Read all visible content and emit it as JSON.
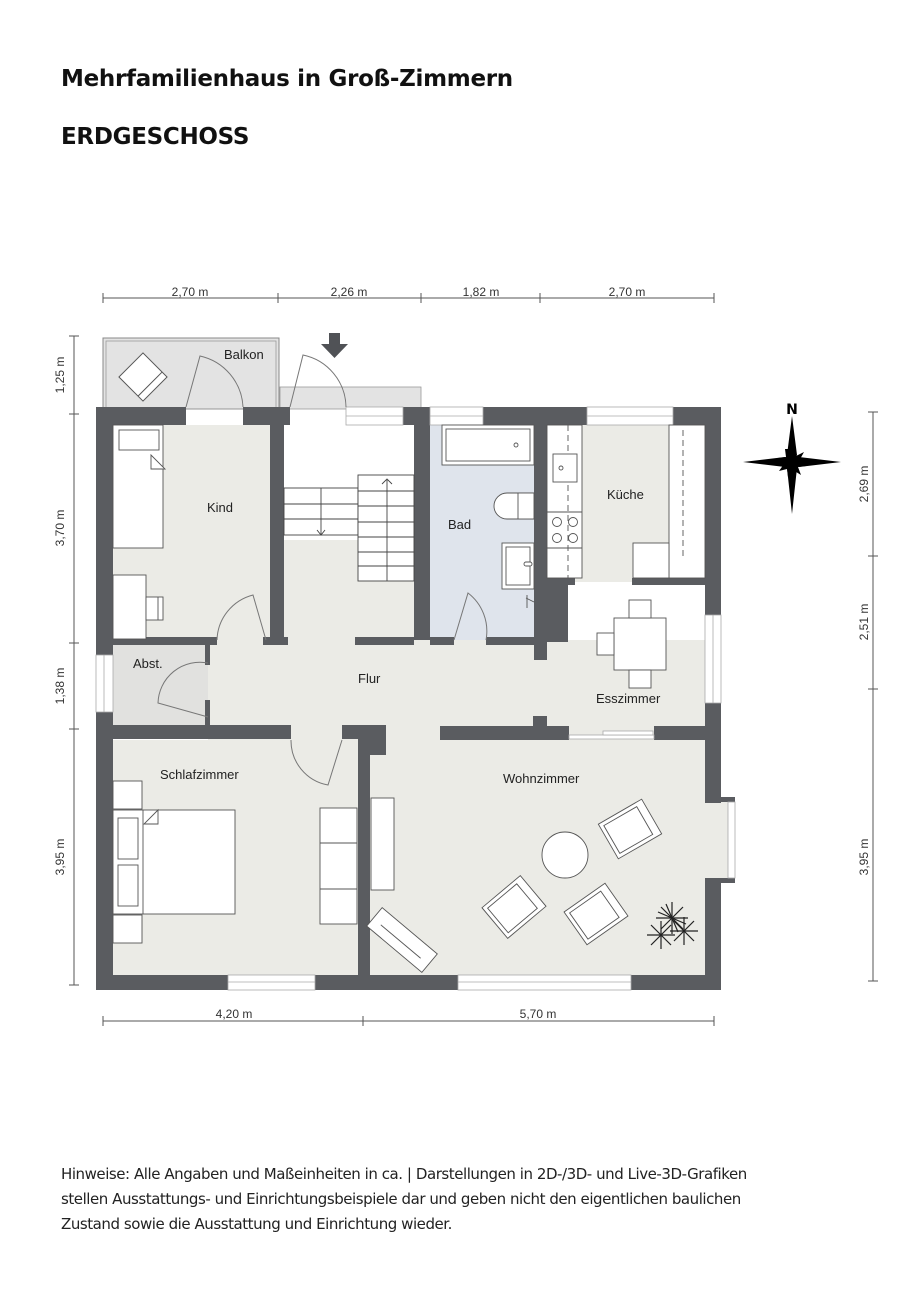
{
  "header": {
    "title": "Mehrfamilienhaus in Groß-Zimmern",
    "floor": "ERDGESCHOSS"
  },
  "rooms": {
    "balkon": "Balkon",
    "kind": "Kind",
    "bad": "Bad",
    "kueche": "Küche",
    "abst": "Abst.",
    "flur": "Flur",
    "esszimmer": "Esszimmer",
    "schlafzimmer": "Schlafzimmer",
    "wohnzimmer": "Wohnzimmer"
  },
  "dimensions": {
    "top": [
      "2,70 m",
      "2,26 m",
      "1,82 m",
      "2,70 m"
    ],
    "bottom": [
      "4,20 m",
      "5,70 m"
    ],
    "left": [
      "1,25 m",
      "3,70 m",
      "1,38 m",
      "3,95 m"
    ],
    "right": [
      "2,69 m",
      "2,51 m",
      "3,95 m"
    ]
  },
  "compass": {
    "label": "N"
  },
  "colors": {
    "wall": "#5a5c60",
    "floor": "#ebebe6",
    "bath_floor": "#dfe4ec",
    "storage_floor": "#e1e1df",
    "balcony": "#e3e3e3"
  },
  "notes": {
    "line1": "Hinweise: Alle Angaben und Maßeinheiten in ca. | Darstellungen in 2D-/3D- und Live-3D-Grafiken",
    "line2": "stellen Ausstattungs- und Einrichtungsbeispiele dar und geben nicht den eigentlichen baulichen",
    "line3": "Zustand sowie die Ausstattung und Einrichtung wieder."
  }
}
